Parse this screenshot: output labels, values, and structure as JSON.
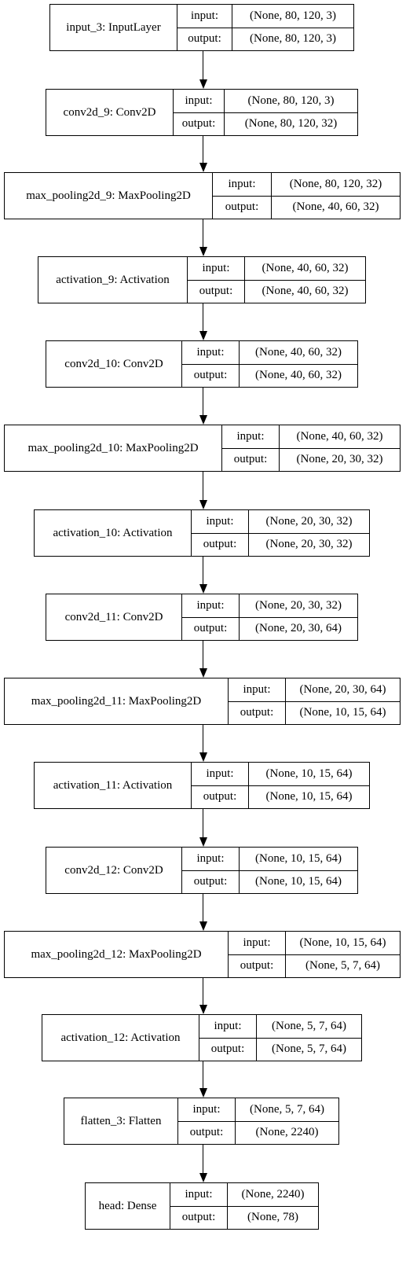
{
  "diagram": {
    "layers": [
      {
        "name": "input_3: InputLayer",
        "input_label": "input:",
        "output_label": "output:",
        "input_shape": "(None, 80, 120, 3)",
        "output_shape": "(None, 80, 120, 3)"
      },
      {
        "name": "conv2d_9: Conv2D",
        "input_label": "input:",
        "output_label": "output:",
        "input_shape": "(None, 80, 120, 3)",
        "output_shape": "(None, 80, 120, 32)"
      },
      {
        "name": "max_pooling2d_9: MaxPooling2D",
        "input_label": "input:",
        "output_label": "output:",
        "input_shape": "(None, 80, 120, 32)",
        "output_shape": "(None, 40, 60, 32)"
      },
      {
        "name": "activation_9: Activation",
        "input_label": "input:",
        "output_label": "output:",
        "input_shape": "(None, 40, 60, 32)",
        "output_shape": "(None, 40, 60, 32)"
      },
      {
        "name": "conv2d_10: Conv2D",
        "input_label": "input:",
        "output_label": "output:",
        "input_shape": "(None, 40, 60, 32)",
        "output_shape": "(None, 40, 60, 32)"
      },
      {
        "name": "max_pooling2d_10: MaxPooling2D",
        "input_label": "input:",
        "output_label": "output:",
        "input_shape": "(None, 40, 60, 32)",
        "output_shape": "(None, 20, 30, 32)"
      },
      {
        "name": "activation_10: Activation",
        "input_label": "input:",
        "output_label": "output:",
        "input_shape": "(None, 20, 30, 32)",
        "output_shape": "(None, 20, 30, 32)"
      },
      {
        "name": "conv2d_11: Conv2D",
        "input_label": "input:",
        "output_label": "output:",
        "input_shape": "(None, 20, 30, 32)",
        "output_shape": "(None, 20, 30, 64)"
      },
      {
        "name": "max_pooling2d_11: MaxPooling2D",
        "input_label": "input:",
        "output_label": "output:",
        "input_shape": "(None, 20, 30, 64)",
        "output_shape": "(None, 10, 15, 64)"
      },
      {
        "name": "activation_11: Activation",
        "input_label": "input:",
        "output_label": "output:",
        "input_shape": "(None, 10, 15, 64)",
        "output_shape": "(None, 10, 15, 64)"
      },
      {
        "name": "conv2d_12: Conv2D",
        "input_label": "input:",
        "output_label": "output:",
        "input_shape": "(None, 10, 15, 64)",
        "output_shape": "(None, 10, 15, 64)"
      },
      {
        "name": "max_pooling2d_12: MaxPooling2D",
        "input_label": "input:",
        "output_label": "output:",
        "input_shape": "(None, 10, 15, 64)",
        "output_shape": "(None, 5, 7, 64)"
      },
      {
        "name": "activation_12: Activation",
        "input_label": "input:",
        "output_label": "output:",
        "input_shape": "(None, 5, 7, 64)",
        "output_shape": "(None, 5, 7, 64)"
      },
      {
        "name": "flatten_3: Flatten",
        "input_label": "input:",
        "output_label": "output:",
        "input_shape": "(None, 5, 7, 64)",
        "output_shape": "(None, 2240)"
      },
      {
        "name": "head: Dense",
        "input_label": "input:",
        "output_label": "output:",
        "input_shape": "(None, 2240)",
        "output_shape": "(None, 78)"
      }
    ]
  }
}
